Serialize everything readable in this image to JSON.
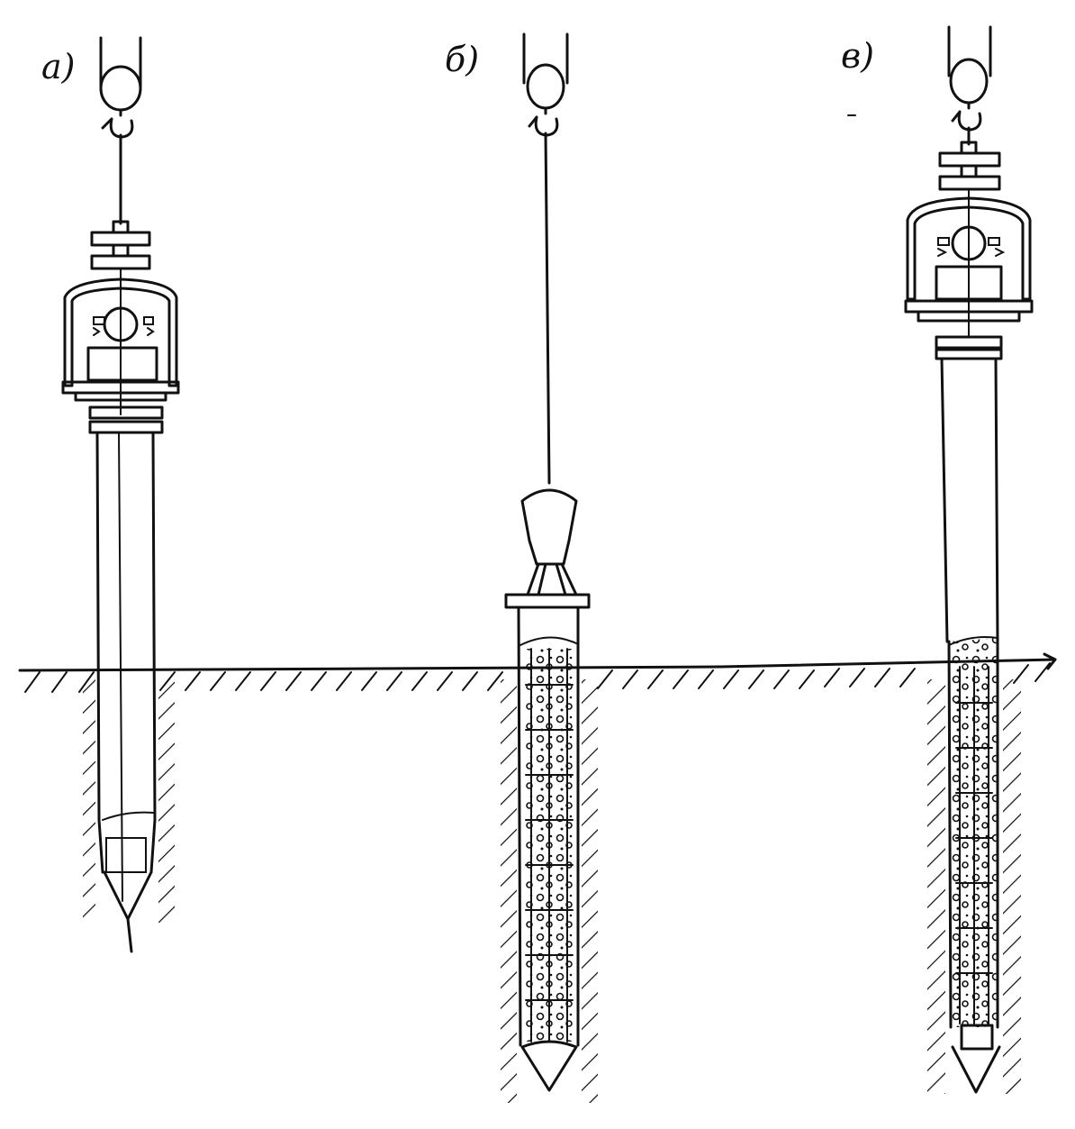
{
  "figure": {
    "panels": [
      {
        "id": "a",
        "label": "а)"
      },
      {
        "id": "b",
        "label": "б)"
      },
      {
        "id": "c",
        "label": "в)"
      }
    ],
    "colors": {
      "ink": "#111111",
      "background": "#ffffff"
    }
  }
}
